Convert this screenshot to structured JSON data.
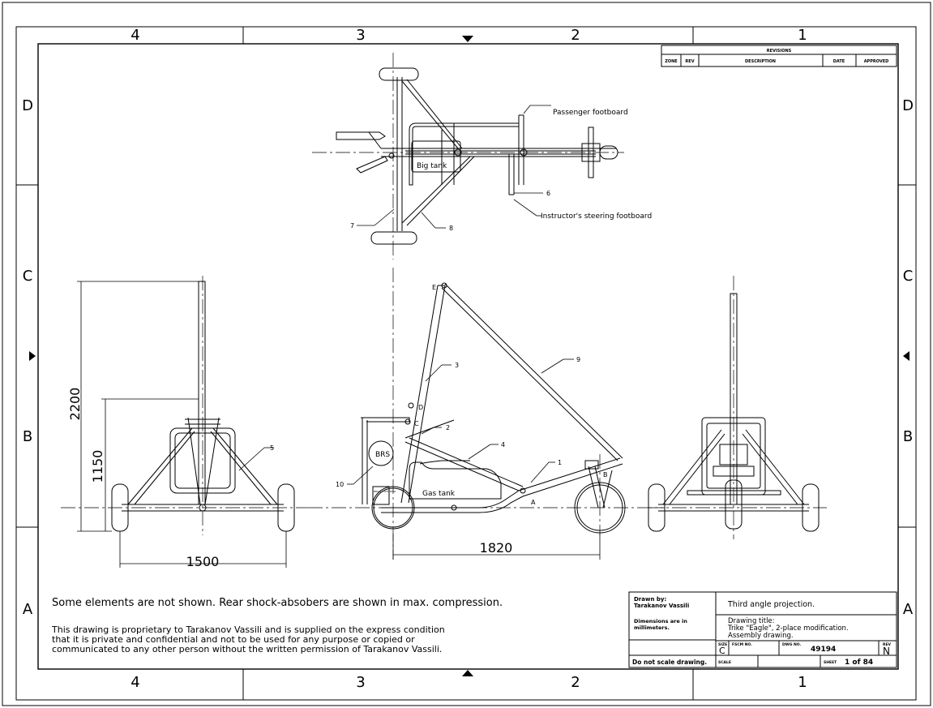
{
  "zones": {
    "top": [
      "4",
      "3",
      "2",
      "1"
    ],
    "bottom": [
      "4",
      "3",
      "2",
      "1"
    ],
    "left": [
      "D",
      "C",
      "B",
      "A"
    ],
    "right": [
      "D",
      "C",
      "B",
      "A"
    ]
  },
  "revisions": {
    "title": "REVISIONS",
    "columns": [
      "ZONE",
      "REV",
      "DESCRIPTION",
      "DATE",
      "APPROVED"
    ]
  },
  "labels": {
    "passenger_footboard": "Passenger footboard",
    "big_tank": "Big tank",
    "instructor_footboard": "Instructor's steering footboard",
    "gas_tank": "Gas tank",
    "brs": "BRS",
    "brs_sub": "BRS-6\n4 GTT\n1800",
    "part_1": "1",
    "part_2": "2",
    "part_3": "3",
    "part_4": "4",
    "part_5": "5",
    "part_6": "6",
    "part_7": "7",
    "part_8": "8",
    "part_9": "9",
    "part_10": "10",
    "point_a": "A",
    "point_b": "B",
    "point_c": "C",
    "point_d": "D",
    "point_e": "E"
  },
  "dimensions": {
    "height_total": "2200",
    "height_mid": "1150",
    "width_rear": "1500",
    "wheelbase": "1820"
  },
  "notes": {
    "note1": "Some elements are not shown. Rear shock-absobers are shown in max. compression.",
    "note2_line1": "This drawing is proprietary to Tarakanov Vassili and is supplied on the express condition",
    "note2_line2": "that it is private and confidential and not to be used for any purpose or copied or",
    "note2_line3": "communicated to any other person without the written permission of Tarakanov Vassili."
  },
  "title_block": {
    "drawn_by_label": "Drawn by:",
    "drawn_by": "Tarakanov Vassili",
    "dims_note_1": "Dimensions are in",
    "dims_note_2": "millimeters.",
    "projection": "Third angle projection.",
    "drawing_title_label": "Drawing title:",
    "drawing_title_1": "Trike \"Eagle\", 2-place modification.",
    "drawing_title_2": "Assembly drawing.",
    "size_label": "SIZE",
    "size": "C",
    "fscm_label": "FSCM NO.",
    "dwg_label": "DWG NO.",
    "dwg_no": "49194",
    "rev_label": "REV",
    "rev": "N",
    "do_not_scale": "Do not scale drawing.",
    "scale_label": "SCALE",
    "sheet_label": "SHEET",
    "sheet": "1 of 84"
  }
}
